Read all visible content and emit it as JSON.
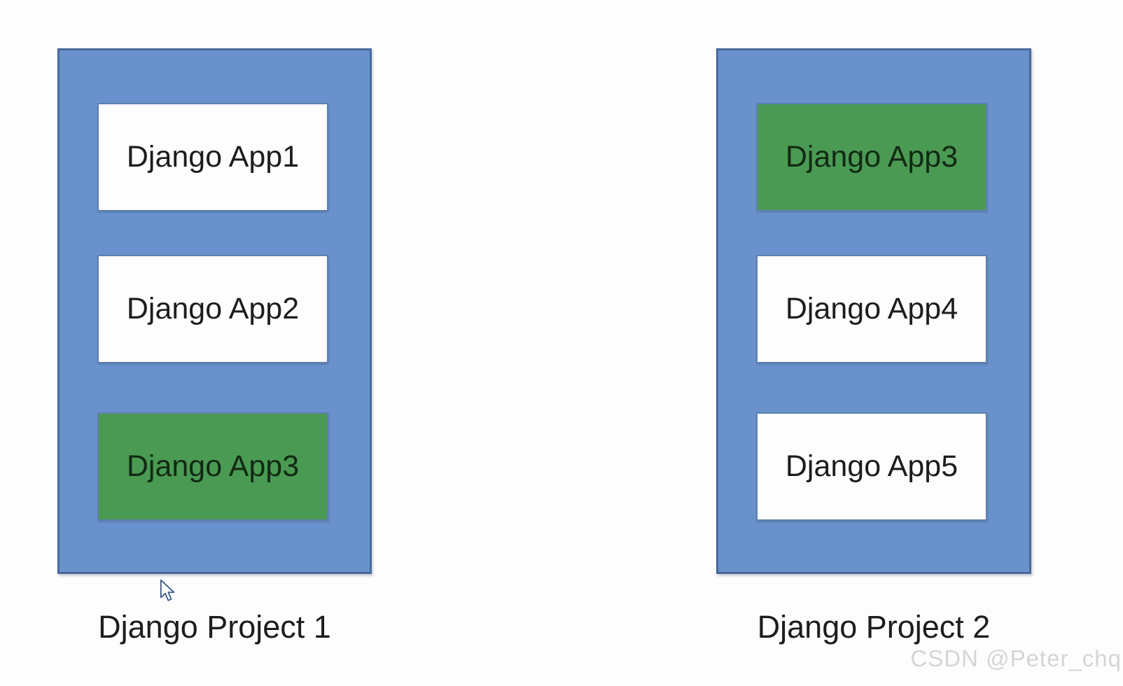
{
  "colors": {
    "container_fill": "#6992cd",
    "container_border": "#48699b",
    "app_fill": "#fdfdfd",
    "app_fill_green": "#4a9a53",
    "app_border": "#5f7fae",
    "text_color": "#1d1d1d",
    "text_on_green": "#122a13",
    "watermark_color": "#d5d5d5"
  },
  "projects": [
    {
      "label": "Django Project 1",
      "apps": [
        {
          "label": "Django App1",
          "highlighted": false
        },
        {
          "label": "Django App2",
          "highlighted": false
        },
        {
          "label": "Django App3",
          "highlighted": true
        }
      ]
    },
    {
      "label": "Django Project 2",
      "apps": [
        {
          "label": "Django App3",
          "highlighted": true
        },
        {
          "label": "Django App4",
          "highlighted": false
        },
        {
          "label": "Django App5",
          "highlighted": false
        }
      ]
    }
  ],
  "watermark": "CSDN @Peter_chq",
  "cursor": {
    "icon": "mouse-pointer"
  }
}
